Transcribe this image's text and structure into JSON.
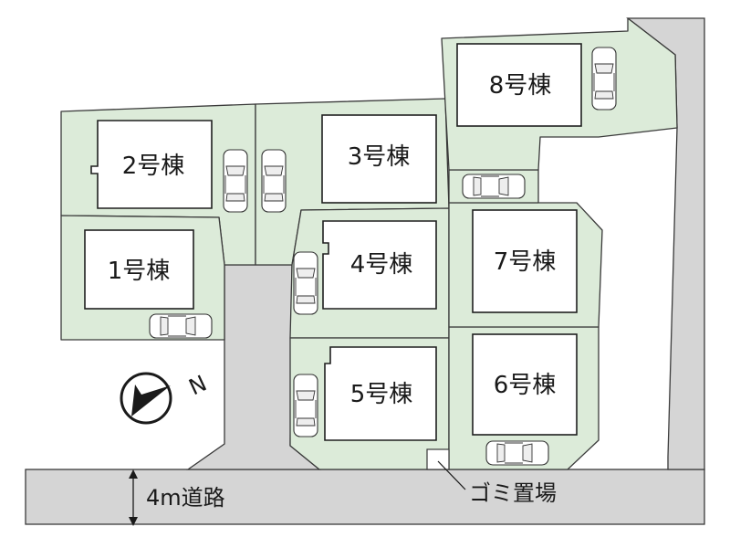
{
  "buildings": [
    {
      "id": "1",
      "label": "1号棟"
    },
    {
      "id": "2",
      "label": "2号棟"
    },
    {
      "id": "3",
      "label": "3号棟"
    },
    {
      "id": "4",
      "label": "4号棟"
    },
    {
      "id": "5",
      "label": "5号棟"
    },
    {
      "id": "6",
      "label": "6号棟"
    },
    {
      "id": "7",
      "label": "7号棟"
    },
    {
      "id": "8",
      "label": "8号棟"
    }
  ],
  "road": {
    "label": "4m道路"
  },
  "trash_area": {
    "label": "ゴミ置場"
  },
  "compass": {
    "north_label": "N"
  },
  "colors": {
    "lot_fill": "#dcebd9",
    "road_fill": "#d5d5d5",
    "building_fill": "#ffffff",
    "outline": "#3a3a3a"
  }
}
